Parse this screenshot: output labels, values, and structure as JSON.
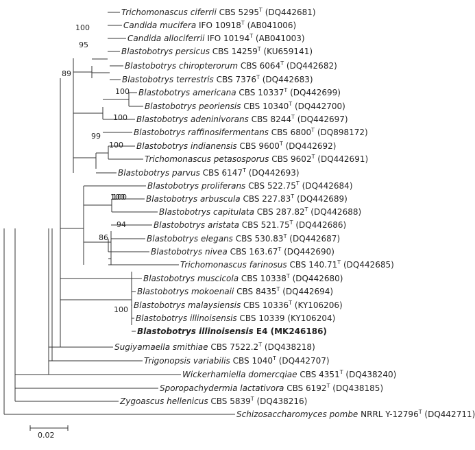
{
  "taxa": [
    {
      "species": "Trichomonascus ciferrii",
      "strain": "CBS 5295",
      "sup": "T",
      "accession": "(DQ442681)",
      "bold": false
    },
    {
      "species": "Candida mucifera",
      "strain": "IFO 10918",
      "sup": "T",
      "accession": "(AB041006)",
      "bold": false
    },
    {
      "species": "Candida allociferrii",
      "strain": "IFO 10194",
      "sup": "T",
      "accession": "(AB041003)",
      "bold": false
    },
    {
      "species": "Blastobotrys persicus",
      "strain": "CBS 14259",
      "sup": "T",
      "accession": "(KU659141)",
      "bold": false
    },
    {
      "species": "Blastobotrys chiropterorum",
      "strain": "CBS 6064",
      "sup": "T",
      "accession": "(DQ442682)",
      "bold": false
    },
    {
      "species": "Blastobotrys terrestris",
      "strain": "CBS 7376",
      "sup": "T",
      "accession": "(DQ442683)",
      "bold": false
    },
    {
      "species": "Blastobotrys americana",
      "strain": "CBS 10337",
      "sup": "T",
      "accession": "(DQ442699)",
      "bold": false
    },
    {
      "species": "Blastobotrys peoriensis",
      "strain": "CBS 10340",
      "sup": "T",
      "accession": "(DQ442700)",
      "bold": false
    },
    {
      "species": "Blastobotrys adeninivorans",
      "strain": "CBS 8244",
      "sup": "T",
      "accession": "(DQ442697)",
      "bold": false
    },
    {
      "species": "Blastobotrys raffinosifermentans",
      "strain": "CBS 6800",
      "sup": "T",
      "accession": "(DQ898172)",
      "bold": false
    },
    {
      "species": "Blastobotrys indianensis",
      "strain": "CBS 9600",
      "sup": "T",
      "accession": "(DQ442692)",
      "bold": false
    },
    {
      "species": "Trichomonascus petasosporus",
      "strain": "CBS 9602",
      "sup": "T",
      "accession": "(DQ442691)",
      "bold": false
    },
    {
      "species": "Blastobotrys parvus",
      "strain": "CBS 6147",
      "sup": "T",
      "accession": "(DQ442693)",
      "bold": false
    },
    {
      "species": "Blastobotrys proliferans",
      "strain": "CBS 522.75",
      "sup": "T",
      "accession": "(DQ442684)",
      "bold": false
    },
    {
      "species": "Blastobotrys arbuscula",
      "strain": "CBS 227.83",
      "sup": "T",
      "accession": "(DQ442689)",
      "bold": false
    },
    {
      "species": "Blastobotrys capitulata",
      "strain": "CBS 287.82",
      "sup": "T",
      "accession": "(DQ442688)",
      "bold": false
    },
    {
      "species": "Blastobotrys aristata",
      "strain": "CBS 521.75",
      "sup": "T",
      "accession": "(DQ442686)",
      "bold": false
    },
    {
      "species": "Blastobotrys elegans",
      "strain": "CBS 530.83",
      "sup": "T",
      "accession": "(DQ442687)",
      "bold": false
    },
    {
      "species": "Blastobotrys nivea",
      "strain": "CBS 163.67",
      "sup": "T",
      "accession": "(DQ442690)",
      "bold": false
    },
    {
      "species": "Trichomonascus farinosus",
      "strain": "CBS 140.71",
      "sup": "T",
      "accession": "(DQ442685)",
      "bold": false
    },
    {
      "species": "Blastobotrys muscicola",
      "strain": "CBS 10338",
      "sup": "T",
      "accession": "(DQ442680)",
      "bold": false
    },
    {
      "species": "Blastobotrys mokoenaii",
      "strain": "CBS 8435",
      "sup": "T",
      "accession": "(DQ442694)",
      "bold": false
    },
    {
      "species": "Blastobotrys malaysiensis",
      "strain": "CBS 10336",
      "sup": "T",
      "accession": "(KY106206)",
      "bold": false
    },
    {
      "species": "Blastobotrys illinoisensis",
      "strain": "CBS 10339",
      "sup": "",
      "accession": "(KY106204)",
      "bold": false
    },
    {
      "species": "Blastobotrys illinoisensis",
      "strain": "E4",
      "sup": "",
      "accession": "(MK246186)",
      "bold": true
    },
    {
      "species": "Sugiyamaella smithiae",
      "strain": "CBS 7522.2",
      "sup": "T",
      "accession": "(DQ438218)",
      "bold": false
    },
    {
      "species": "Trigonopsis variabilis",
      "strain": "CBS 1040",
      "sup": "T",
      "accession": "(DQ442707)",
      "bold": false
    },
    {
      "species": "Wickerhamiella domercqiae",
      "strain": "CBS 4351",
      "sup": "T",
      "accession": "(DQ438240)",
      "bold": false
    },
    {
      "species": "Sporopachydermia lactativora",
      "strain": "CBS 6192",
      "sup": "T",
      "accession": "(DQ438185)",
      "bold": false
    },
    {
      "species": "Zygoascus hellenicus",
      "strain": "CBS 5839",
      "sup": "T",
      "accession": "(DQ438216)",
      "bold": false
    },
    {
      "species": "Schizosaccharomyces pombe",
      "strain": "NRRL Y-12796",
      "sup": "T",
      "accession": "(DQ442711)",
      "bold": false
    }
  ],
  "bootstrap": [
    "100",
    "95",
    "89",
    "100",
    "100",
    "99",
    "100",
    "100",
    "100",
    "94",
    "86",
    "100"
  ],
  "scale_bar": {
    "label": "0.02"
  }
}
